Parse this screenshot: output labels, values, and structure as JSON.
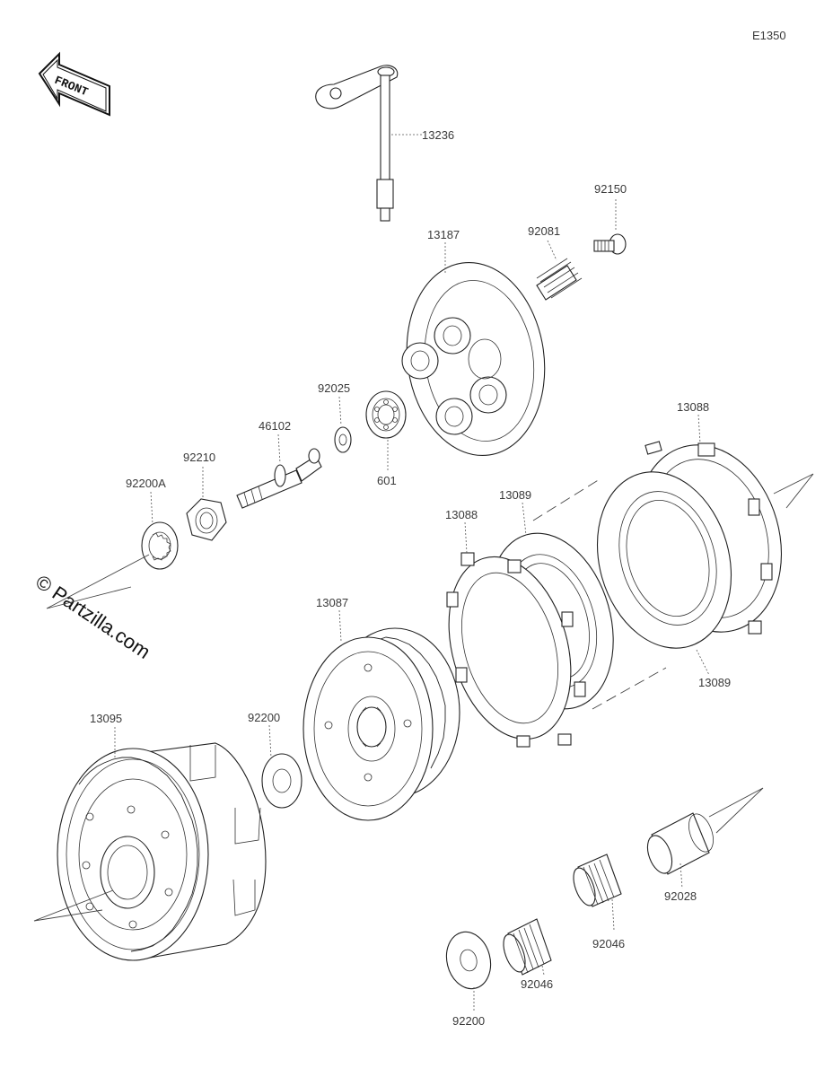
{
  "diagram_code": "E1350",
  "front_label": "FRONT",
  "watermark": "© Partzilla.com",
  "parts": [
    {
      "id": "p13236",
      "number": "13236"
    },
    {
      "id": "p92150",
      "number": "92150"
    },
    {
      "id": "p13187",
      "number": "13187"
    },
    {
      "id": "p92081",
      "number": "92081"
    },
    {
      "id": "p92025",
      "number": "92025"
    },
    {
      "id": "p46102",
      "number": "46102"
    },
    {
      "id": "p92210",
      "number": "92210"
    },
    {
      "id": "p92200A",
      "number": "92200A"
    },
    {
      "id": "p601",
      "number": "601"
    },
    {
      "id": "p13088a",
      "number": "13088"
    },
    {
      "id": "p13089a",
      "number": "13089"
    },
    {
      "id": "p13088b",
      "number": "13088"
    },
    {
      "id": "p13089b",
      "number": "13089"
    },
    {
      "id": "p13087",
      "number": "13087"
    },
    {
      "id": "p13095",
      "number": "13095"
    },
    {
      "id": "p92200a",
      "number": "92200"
    },
    {
      "id": "p92028",
      "number": "92028"
    },
    {
      "id": "p92046a",
      "number": "92046"
    },
    {
      "id": "p92046b",
      "number": "92046"
    },
    {
      "id": "p92200b",
      "number": "92200"
    }
  ]
}
